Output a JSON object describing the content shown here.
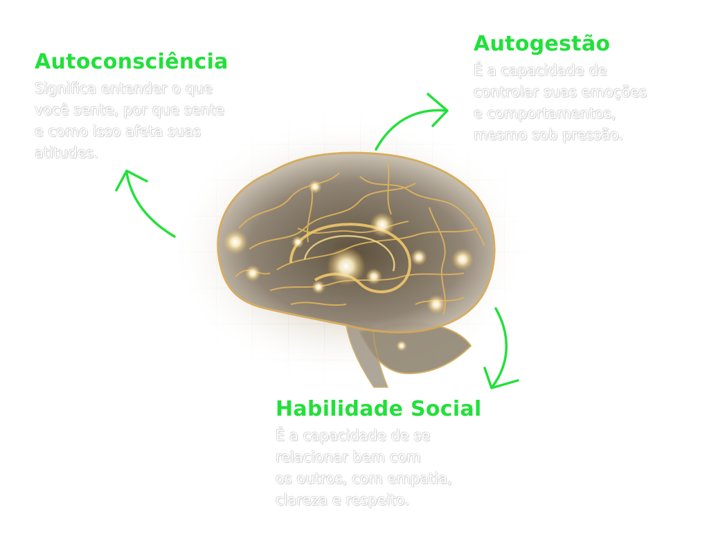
{
  "nodes": {
    "autoconsciencia": {
      "title": "Autoconsciência",
      "description": "Significa entender o que\nvocê sente, por que sente\ne como isso afeta suas\natitudes."
    },
    "autogestao": {
      "title": "Autogestão",
      "description": "É a capacidade de\ncontrolar suas emoções\ne comportamentos,\nmesmo sob pressão."
    },
    "habilidade_social": {
      "title": "Habilidade Social",
      "description": "É a capacidade de se\nrelacionar bem com\nos outros, com empatia,\nclareza e respeito."
    }
  },
  "colors": {
    "title": "#22e03a",
    "arrow": "#22e03a",
    "brain": "#c9a04a",
    "grid": "#d9d9d9"
  },
  "icons": {
    "center": "brain-icon"
  }
}
